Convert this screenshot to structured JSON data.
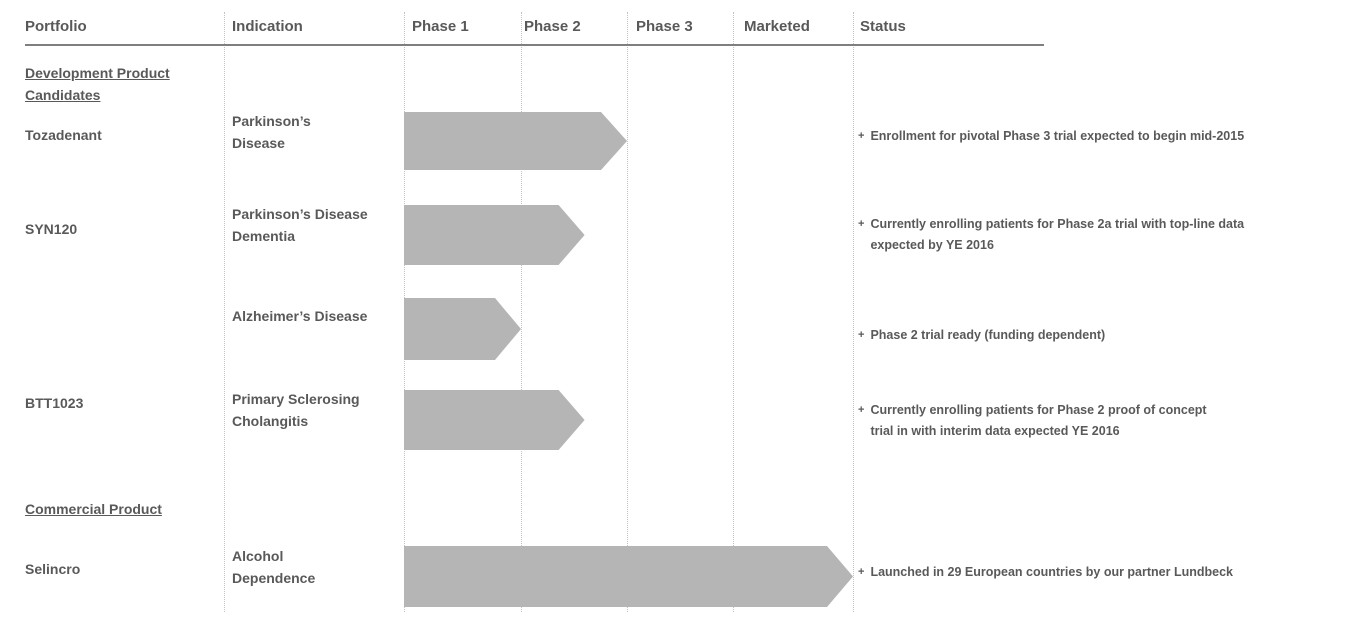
{
  "header": {
    "columns": [
      {
        "label": "Portfolio"
      },
      {
        "label": "Indication"
      },
      {
        "label": "Phase 1"
      },
      {
        "label": "Phase 2"
      },
      {
        "label": "Phase 3"
      },
      {
        "label": "Marketed"
      },
      {
        "label": "Status"
      }
    ]
  },
  "sections": [
    {
      "label": "Development Product Candidates"
    },
    {
      "label": "Commercial Product"
    }
  ],
  "status_bullet": "+",
  "rows": [
    {
      "portfolio": "Tozadenant",
      "indication": "Parkinson’s\nDisease",
      "bar_to_phase": 3.0,
      "status": "Enrollment for pivotal Phase 3 trial expected to begin mid-2015"
    },
    {
      "portfolio": "SYN120",
      "indication": "Parkinson’s Disease\nDementia",
      "bar_to_phase": 2.6,
      "status": "Currently enrolling patients for Phase 2a trial with top-line data\nexpected by YE 2016"
    },
    {
      "portfolio": "",
      "indication": "Alzheimer’s Disease",
      "bar_to_phase": 2.0,
      "status": "Phase 2 trial ready (funding dependent)"
    },
    {
      "portfolio": "BTT1023",
      "indication": "Primary Sclerosing\nCholangitis",
      "bar_to_phase": 2.6,
      "status": "Currently enrolling patients for Phase 2 proof of concept\ntrial in with interim data expected YE 2016"
    },
    {
      "portfolio": "Selincro",
      "indication": "Alcohol\nDependence",
      "bar_to_phase": 5.0,
      "status": "Launched in 29 European countries by our partner Lundbeck"
    }
  ],
  "colors": {
    "arrow_fill": "#b5b5b5",
    "text": "#595959",
    "grid_dotted": "#c3c3c3",
    "header_rule": "#7f7f7f"
  }
}
